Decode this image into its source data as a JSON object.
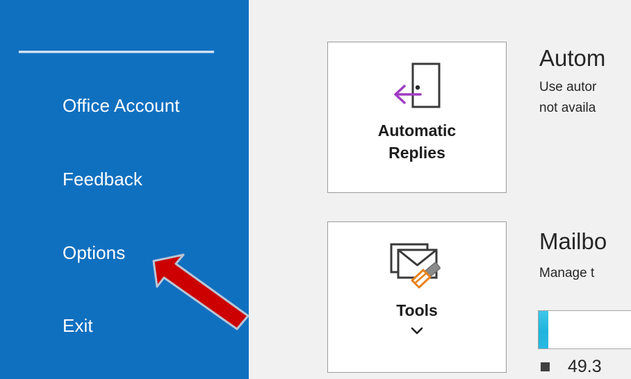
{
  "sidebar": {
    "background_color": "#1070c0",
    "divider": "separator-line",
    "items": [
      {
        "label": "Office Account",
        "name": "office-account"
      },
      {
        "label": "Feedback",
        "name": "feedback"
      },
      {
        "label": "Options",
        "name": "options"
      },
      {
        "label": "Exit",
        "name": "exit"
      }
    ]
  },
  "annotation": {
    "type": "arrow",
    "color": "#cc0000",
    "points_to": "Options"
  },
  "content": {
    "tiles": [
      {
        "label_line1": "Automatic",
        "label_line2": "Replies",
        "icon": "door-with-left-arrow-icon",
        "icon_accent": "#a martin"
      },
      {
        "label_line1": "Tools",
        "label_line2": "",
        "icon": "envelope-with-brush-icon",
        "has_chevron": true
      }
    ],
    "sections": [
      {
        "title": "Autom",
        "desc_line1": "Use autor",
        "desc_line2": "not availa"
      },
      {
        "title": "Mailbo",
        "desc_line1": "Manage t"
      }
    ],
    "mailbox": {
      "progress_percent": 6,
      "progress_fill_color": "#29b8e0",
      "usage_value": "49.3",
      "usage_bullet_color": "#404040"
    }
  }
}
